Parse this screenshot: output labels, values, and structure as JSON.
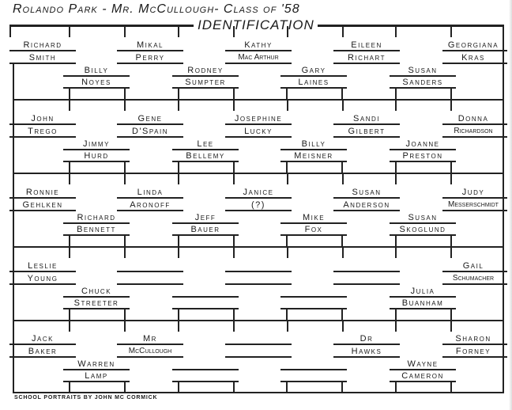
{
  "header": {
    "title": "Rolando Park - Mr. McCullough- Class of '58",
    "heading": "IDENTIFICATION"
  },
  "footer": "SCHOOL PORTRAITS BY JOHN MC CORMICK",
  "bands": [
    {
      "top": [
        {
          "first": "Richard",
          "last": "Smith"
        },
        {
          "first": "Mikal",
          "last": "Perry"
        },
        {
          "first": "Kathy",
          "last": "Mac Arthur"
        },
        {
          "first": "Eileen",
          "last": "Richart"
        },
        {
          "first": "Georgiana",
          "last": "Kras"
        }
      ],
      "bottom": [
        {
          "first": "Billy",
          "last": "Noyes"
        },
        {
          "first": "Rodney",
          "last": "Sumpter"
        },
        {
          "first": "Gary",
          "last": "Laines"
        },
        {
          "first": "Susan",
          "last": "Sanders"
        }
      ]
    },
    {
      "top": [
        {
          "first": "John",
          "last": "Trego"
        },
        {
          "first": "Gene",
          "last": "D'Spain"
        },
        {
          "first": "Josephine",
          "last": "Lucky"
        },
        {
          "first": "Sandi",
          "last": "Gilbert"
        },
        {
          "first": "Donna",
          "last": "Richardson"
        }
      ],
      "bottom": [
        {
          "first": "Jimmy",
          "last": "Hurd"
        },
        {
          "first": "Lee",
          "last": "Bellemy"
        },
        {
          "first": "Billy",
          "last": "Meisner"
        },
        {
          "first": "Joanne",
          "last": "Preston"
        }
      ]
    },
    {
      "top": [
        {
          "first": "Ronnie",
          "last": "Gehlken"
        },
        {
          "first": "Linda",
          "last": "Aronoff"
        },
        {
          "first": "Janice",
          "last": "(?)"
        },
        {
          "first": "Susan",
          "last": "Anderson"
        },
        {
          "first": "Judy",
          "last": "Messerschmidt"
        }
      ],
      "bottom": [
        {
          "first": "Richard",
          "last": "Bennett"
        },
        {
          "first": "Jeff",
          "last": "Bauer"
        },
        {
          "first": "Mike",
          "last": "Fox"
        },
        {
          "first": "Susan",
          "last": "Skoglund"
        }
      ]
    },
    {
      "top": [
        {
          "first": "Leslie",
          "last": "Young"
        },
        {
          "first": "",
          "last": ""
        },
        {
          "first": "",
          "last": ""
        },
        {
          "first": "",
          "last": ""
        },
        {
          "first": "Gail",
          "last": "Schumacher"
        }
      ],
      "bottom": [
        {
          "first": "Chuck",
          "last": "Streeter"
        },
        {
          "first": "",
          "last": ""
        },
        {
          "first": "",
          "last": ""
        },
        {
          "first": "Julia",
          "last": "Buanham"
        }
      ]
    },
    {
      "top": [
        {
          "first": "Jack",
          "last": "Baker"
        },
        {
          "first": "Mr",
          "last": "McCullough"
        },
        {
          "first": "",
          "last": ""
        },
        {
          "first": "Dr",
          "last": "Hawks"
        },
        {
          "first": "Sharon",
          "last": "Forney"
        }
      ],
      "bottom": [
        {
          "first": "Warren",
          "last": "Lamp"
        },
        {
          "first": "",
          "last": ""
        },
        {
          "first": "",
          "last": ""
        },
        {
          "first": "Wayne",
          "last": "Cameron"
        }
      ]
    }
  ]
}
